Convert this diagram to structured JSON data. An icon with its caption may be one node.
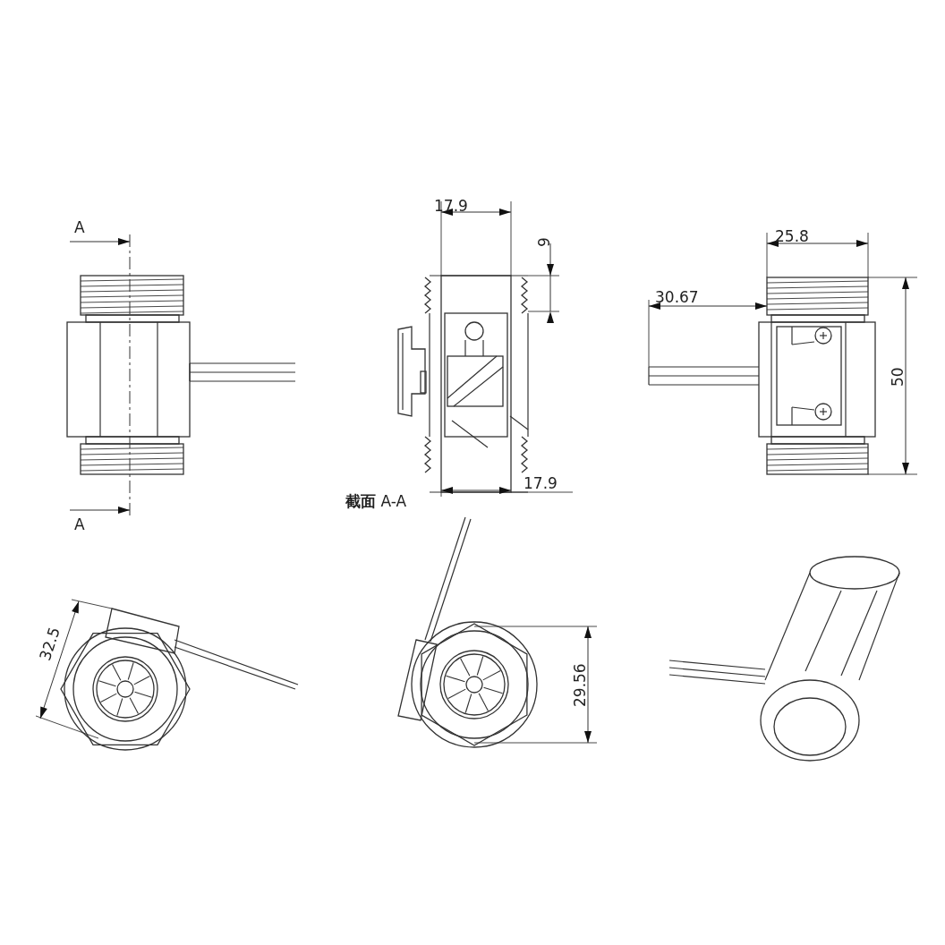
{
  "diagram": {
    "labels": [
      "17.9",
      "A",
      "25.8",
      "9",
      "30.67",
      "50",
      "17.9",
      "**截面** A-A",
      "A",
      "32.5",
      "29.56"
    ]
  }
}
